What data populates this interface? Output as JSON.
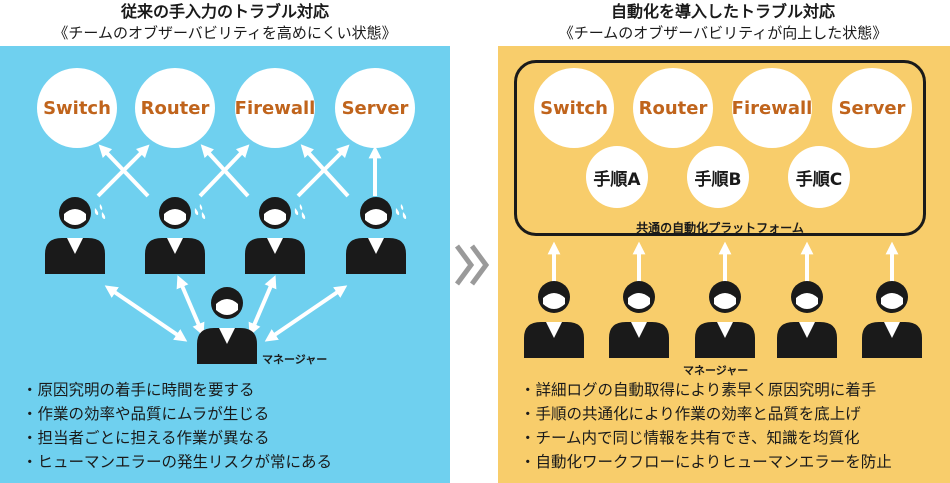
{
  "left": {
    "title": "従来の手入力のトラブル対応",
    "subtitle": "《チームのオブザーバビリティを高めにくい状態》",
    "devices": [
      "Switch",
      "Router",
      "Firewall",
      "Server"
    ],
    "manager_label": "マネージャー",
    "bullets": [
      "原因究明の着手に時間を要する",
      "作業の効率や品質にムラが生じる",
      "担当者ごとに担える作業が異なる",
      "ヒューマンエラーの発生リスクが常にある"
    ]
  },
  "right": {
    "title": "自動化を導入したトラブル対応",
    "subtitle": "《チームのオブザーバビリティが向上した状態》",
    "devices": [
      "Switch",
      "Router",
      "Firewall",
      "Server"
    ],
    "procedures": [
      "手順A",
      "手順B",
      "手順C"
    ],
    "platform_label": "共通の自動化プラットフォーム",
    "manager_label": "マネージャー",
    "bullets": [
      "詳細ログの自動取得により素早く原因究明に着手",
      "手順の共通化により作業の効率と品質を底上げ",
      "チーム内で同じ情報を共有でき、知識を均質化",
      "自動化ワークフローによりヒューマンエラーを防止"
    ]
  },
  "colors": {
    "left_panel": "#6fd0ef",
    "right_panel": "#f8cd6b",
    "device_text": "#c0641c",
    "person": "#1a1a1a",
    "arrow": "#ffffff",
    "chevron": "#9a9a9a"
  },
  "icons": {
    "person": "person-icon",
    "sweat": "sweat-drop-icon",
    "transition": "double-chevron-right-icon"
  }
}
